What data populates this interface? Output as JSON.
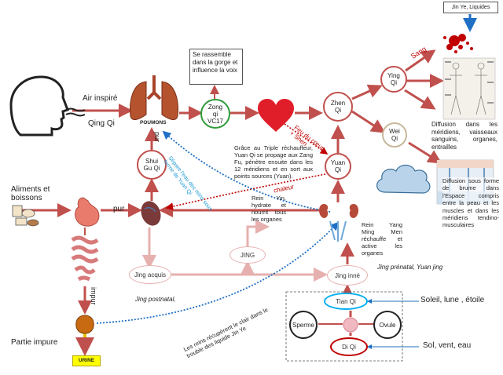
{
  "labels": {
    "jin_ye": "Jin Ye, Liquides",
    "sang": "Sang",
    "zong_note": "Se rassemble dans la gorge et influence la voix",
    "air_inspire": "Air inspiré",
    "qing_qi": "Qing Qi",
    "poumons": "POUMONS",
    "zong_qi": "Zong\nqi\nVC17",
    "zhen_qi": "Zhen\nQi",
    "ying_qi": "Ying\nQi",
    "wei_qi": "Wei\nQi",
    "feu_du_coeur": "Feu du cœur\n+ Shen",
    "yuan_qi": "Yuan\nQi",
    "triple_text": "Grâce au Triple réchauffeur, Yuan Qi se propage aux Zang Fu, pénètre ensuite dans les 12 méridiens et en sort aux points sources (Yuan).",
    "diffusion_ying": "Diffusion dans les méridiens, vaisseaux sanguins, organes, entrailles",
    "diffusion_wei": "Diffusion sous forme de brume dans l'Espace compris entre la peau et les muscles et dans les méridiens tendino-musculaires",
    "shui_gu_qi": "Shui\nGu Qi",
    "pur_vertical": "pur",
    "separe": "Sépare l'eau des reins sous forme de Yuan Qi",
    "chaleur": "chaleur",
    "aliments": "Aliments et boissons",
    "pur": "pur",
    "rein_yin": "Rein Yin, hydrate et nourrit tous les organes",
    "rein_yang": "Rein Yang Ming Men réchauffe et active les organes",
    "jing": "JING",
    "impur": "impur",
    "jing_acquis": "Jing acquis",
    "jing_inne": "Jing inné",
    "jing_prenatal": "Jing prénatal, Yuan jing",
    "jing_postnatal": "Jing postnatal,",
    "reins_recuperent": "Les reins récupèrent le clair dans le trouble des liquide Jin Ye",
    "tian_qi": "Tian Qi",
    "soleil": "Soleil, lune , étoile",
    "sperme": "Sperme",
    "ovule": "Ovule",
    "di_qi": "Di Qi",
    "sol": "Sol, vent, eau",
    "partie_impure": "Partie impure",
    "urine": "URINE"
  },
  "colors": {
    "arrow": "#c0504d",
    "arrow_light": "#e6b0ae",
    "red": "#c00000",
    "green": "#2e9b3a",
    "blue_dotted": "#1f6fc4",
    "cyan": "#00aeef",
    "urine_fill": "#ffff00"
  }
}
